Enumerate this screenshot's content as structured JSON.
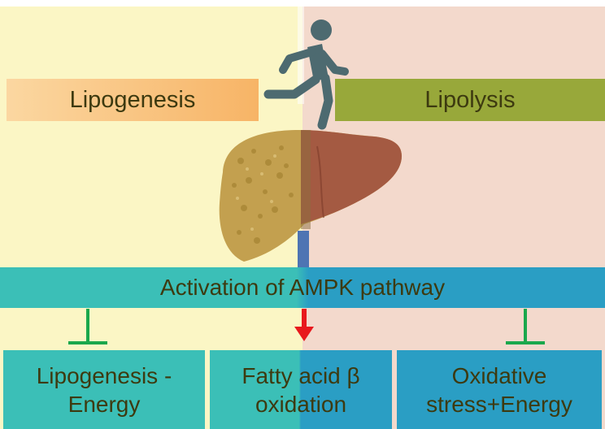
{
  "labels": {
    "lipogenesis": "Lipogenesis",
    "lipolysis": "Lipolysis",
    "ampk": "Activation of AMPK pathway",
    "outcome_left": "Lipogenesis -\nEnergy",
    "outcome_middle": "Fatty acid β\noxidation",
    "outcome_right": "Oxidative\nstress+Energy"
  },
  "icons": [
    "running-person-icon",
    "liver-icon",
    "inhibition-icon",
    "activation-arrow-icon"
  ],
  "colors": {
    "left_background": "#fbf6c5",
    "right_background": "#f3d9cc",
    "lipolysis_box": "#98a83a",
    "teal": "#3bbfb7",
    "blue": "#2a9ec4",
    "inhibit_green": "#1aa84c",
    "arrow_red": "#e8191d"
  }
}
